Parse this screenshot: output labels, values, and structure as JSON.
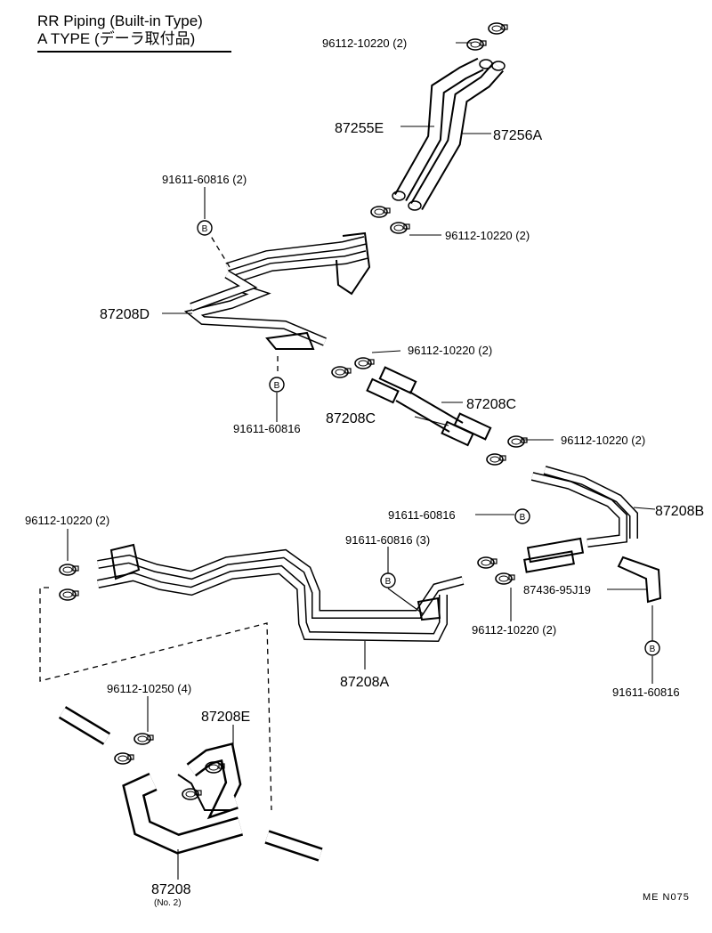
{
  "title_line1": "RR  Piping (Built-in Type)",
  "title_line2": "A  TYPE (デーラ取付品)",
  "diagram_code": "ME  N075",
  "bolt_marker": "B",
  "labels": [
    {
      "id": "l1",
      "text": "96112-10220 (2)"
    },
    {
      "id": "l2",
      "text": "87255E"
    },
    {
      "id": "l3",
      "text": "87256A"
    },
    {
      "id": "l4",
      "text": "91611-60816 (2)"
    },
    {
      "id": "l5",
      "text": "96112-10220 (2)"
    },
    {
      "id": "l6",
      "text": "87208D"
    },
    {
      "id": "l7",
      "text": "96112-10220 (2)"
    },
    {
      "id": "l8",
      "text": "87208C"
    },
    {
      "id": "l9",
      "text": "87208C"
    },
    {
      "id": "l10",
      "text": "91611-60816"
    },
    {
      "id": "l11",
      "text": "96112-10220 (2)"
    },
    {
      "id": "l12",
      "text": "91611-60816"
    },
    {
      "id": "l13",
      "text": "87208B"
    },
    {
      "id": "l14",
      "text": "96112-10220 (2)"
    },
    {
      "id": "l15",
      "text": "91611-60816 (3)"
    },
    {
      "id": "l16",
      "text": "87436-95J19"
    },
    {
      "id": "l17",
      "text": "96112-10220 (2)"
    },
    {
      "id": "l18",
      "text": "87208A"
    },
    {
      "id": "l19",
      "text": "91611-60816"
    },
    {
      "id": "l20",
      "text": "96112-10250 (4)"
    },
    {
      "id": "l21",
      "text": "87208E"
    },
    {
      "id": "l22",
      "text": "87208"
    },
    {
      "id": "l23",
      "text": "(No. 2)"
    }
  ]
}
